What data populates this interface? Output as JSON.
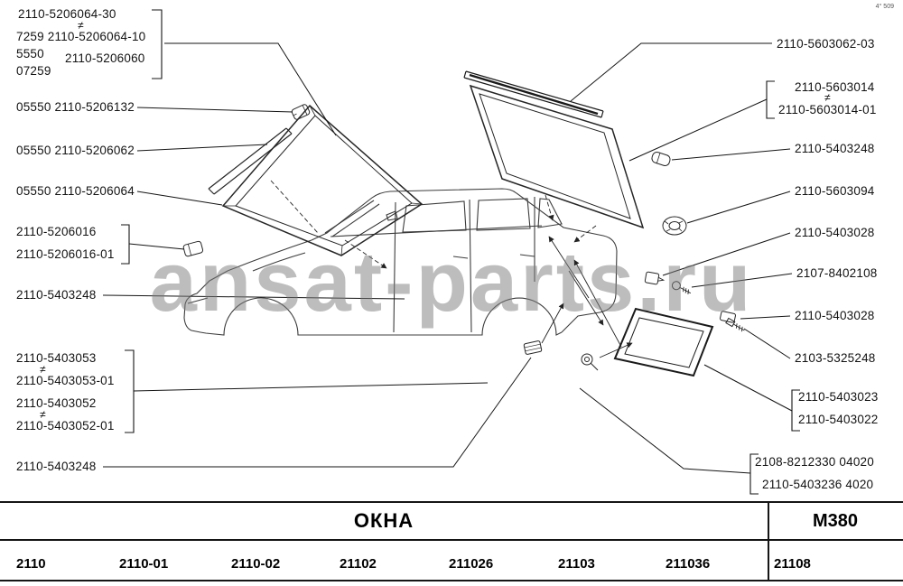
{
  "page": {
    "watermark": "ansat-parts.ru",
    "corner_mark": "4° 509"
  },
  "symbols": {
    "neq": "≠"
  },
  "left_labels": {
    "group1": {
      "line1": "2110-5206064-30",
      "line2": "7259 2110-5206064-10",
      "line3a": "5550",
      "line3b": "2110-5206060",
      "line4": "07259"
    },
    "item2": "05550 2110-5206132",
    "item3": "05550 2110-5206062",
    "item4": "05550 2110-5206064",
    "group5": {
      "line1": "2110-5206016",
      "line2": "2110-5206016-01"
    },
    "item6": "2110-5403248",
    "group7": {
      "line1": "2110-5403053",
      "line2": "2110-5403053-01",
      "line3": "2110-5403052",
      "line4": "2110-5403052-01"
    },
    "item8": "2110-5403248"
  },
  "right_labels": {
    "item1": "2110-5603062-03",
    "group2": {
      "line1": "2110-5603014",
      "line2": "2110-5603014-01"
    },
    "item3": "2110-5403248",
    "item4": "2110-5603094",
    "item5": "2110-5403028",
    "item6": "2107-8402108",
    "item7": "2110-5403028",
    "item8": "2103-5325248",
    "group9": {
      "line1": "2110-5403023",
      "line2": "2110-5403022"
    },
    "group10": {
      "line1": "2108-8212330 04020",
      "line2": "2110-5403236 4020"
    }
  },
  "footer": {
    "title": "ОКНА",
    "sheet_code": "М380",
    "models": [
      "2110",
      "2110-01",
      "2110-02",
      "21102",
      "211026",
      "21103",
      "211036",
      "21108"
    ]
  }
}
